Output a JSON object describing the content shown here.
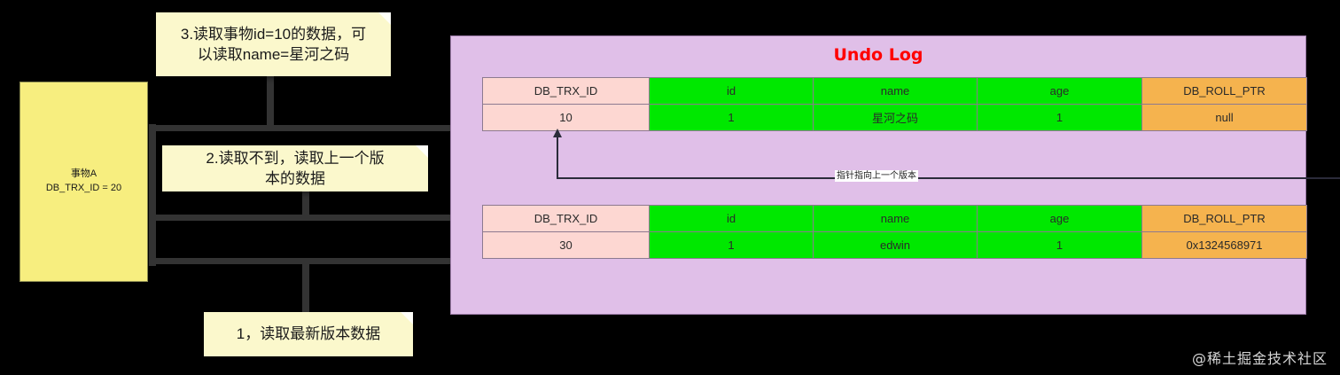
{
  "transaction_box": {
    "text": "事物A\nDB_TRX_ID = 20"
  },
  "notes": [
    {
      "id": "note-3",
      "text": "3.读取事物id=10的数据，可\n以读取name=星河之码"
    },
    {
      "id": "note-2",
      "text": "2.读取不到，读取上一个版\n本的数据"
    },
    {
      "id": "note-1",
      "text": "1，读取最新版本数据"
    }
  ],
  "undo_log": {
    "title": "Undo Log",
    "columns": [
      "DB_TRX_ID",
      "id",
      "name",
      "age",
      "DB_ROLL_PTR"
    ],
    "versions": [
      {
        "label": "version-older",
        "DB_TRX_ID": "10",
        "id": "1",
        "name": "星河之码",
        "age": "1",
        "DB_ROLL_PTR": "null"
      },
      {
        "label": "version-newer",
        "DB_TRX_ID": "30",
        "id": "1",
        "name": "edwin",
        "age": "1",
        "DB_ROLL_PTR": "0x1324568971"
      }
    ],
    "pointer_label": "指针指向上一个版本"
  },
  "watermark": "@稀土掘金技术社区",
  "colors": {
    "background": "#000000",
    "transaction_box": "#f7ee7f",
    "note": "#fbf8cc",
    "undo_panel": "#e0bfe8",
    "undo_title": "#ff0000",
    "trx_cell": "#fdd7d2",
    "data_cell": "#00e800",
    "ptr_cell": "#f5b34e",
    "connector": "#333333"
  }
}
